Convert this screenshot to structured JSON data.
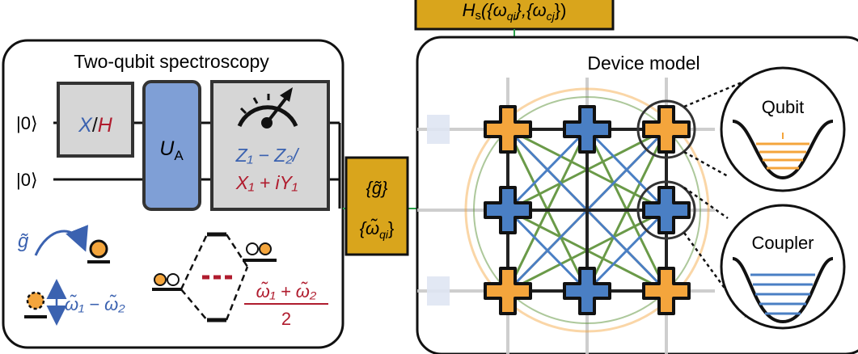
{
  "top_box": {
    "h": "H",
    "s": "s",
    "args": "({ω",
    "qi": "qi",
    "mid": "},{ω",
    "cj": "cj",
    "end": "})"
  },
  "left_panel": {
    "title": "Two-qubit spectroscopy",
    "ket0_top": "|0⟩",
    "ket0_bottom": "|0⟩",
    "gate_x": "X",
    "gate_slash": "/",
    "gate_h": "H",
    "gate_u": "U",
    "gate_u_sub": "A",
    "meas_line1": "Z₁ − Z₂/",
    "meas_line2": "X₁ + iY₁",
    "g_tilde": "g̃",
    "detuning": "ω̃₁ − ω̃₂",
    "avg_num": "ω̃₁ + ω̃₂",
    "avg_den": "2"
  },
  "middle_box": {
    "g": "{g̃}",
    "w": "{ω̃",
    "w_sub": "qi",
    "w_end": "}"
  },
  "right_panel": {
    "title": "Device model",
    "qubit_label": "Qubit",
    "coupler_label": "Coupler"
  },
  "colors": {
    "orange": "#f4a53c",
    "blue": "#4a7fc4",
    "green": "#6a9a48",
    "dark_red": "#b01c2e",
    "gold": "#d9a51c",
    "gray_box": "#d6d6d6",
    "u_blue": "#7f9fd6"
  }
}
